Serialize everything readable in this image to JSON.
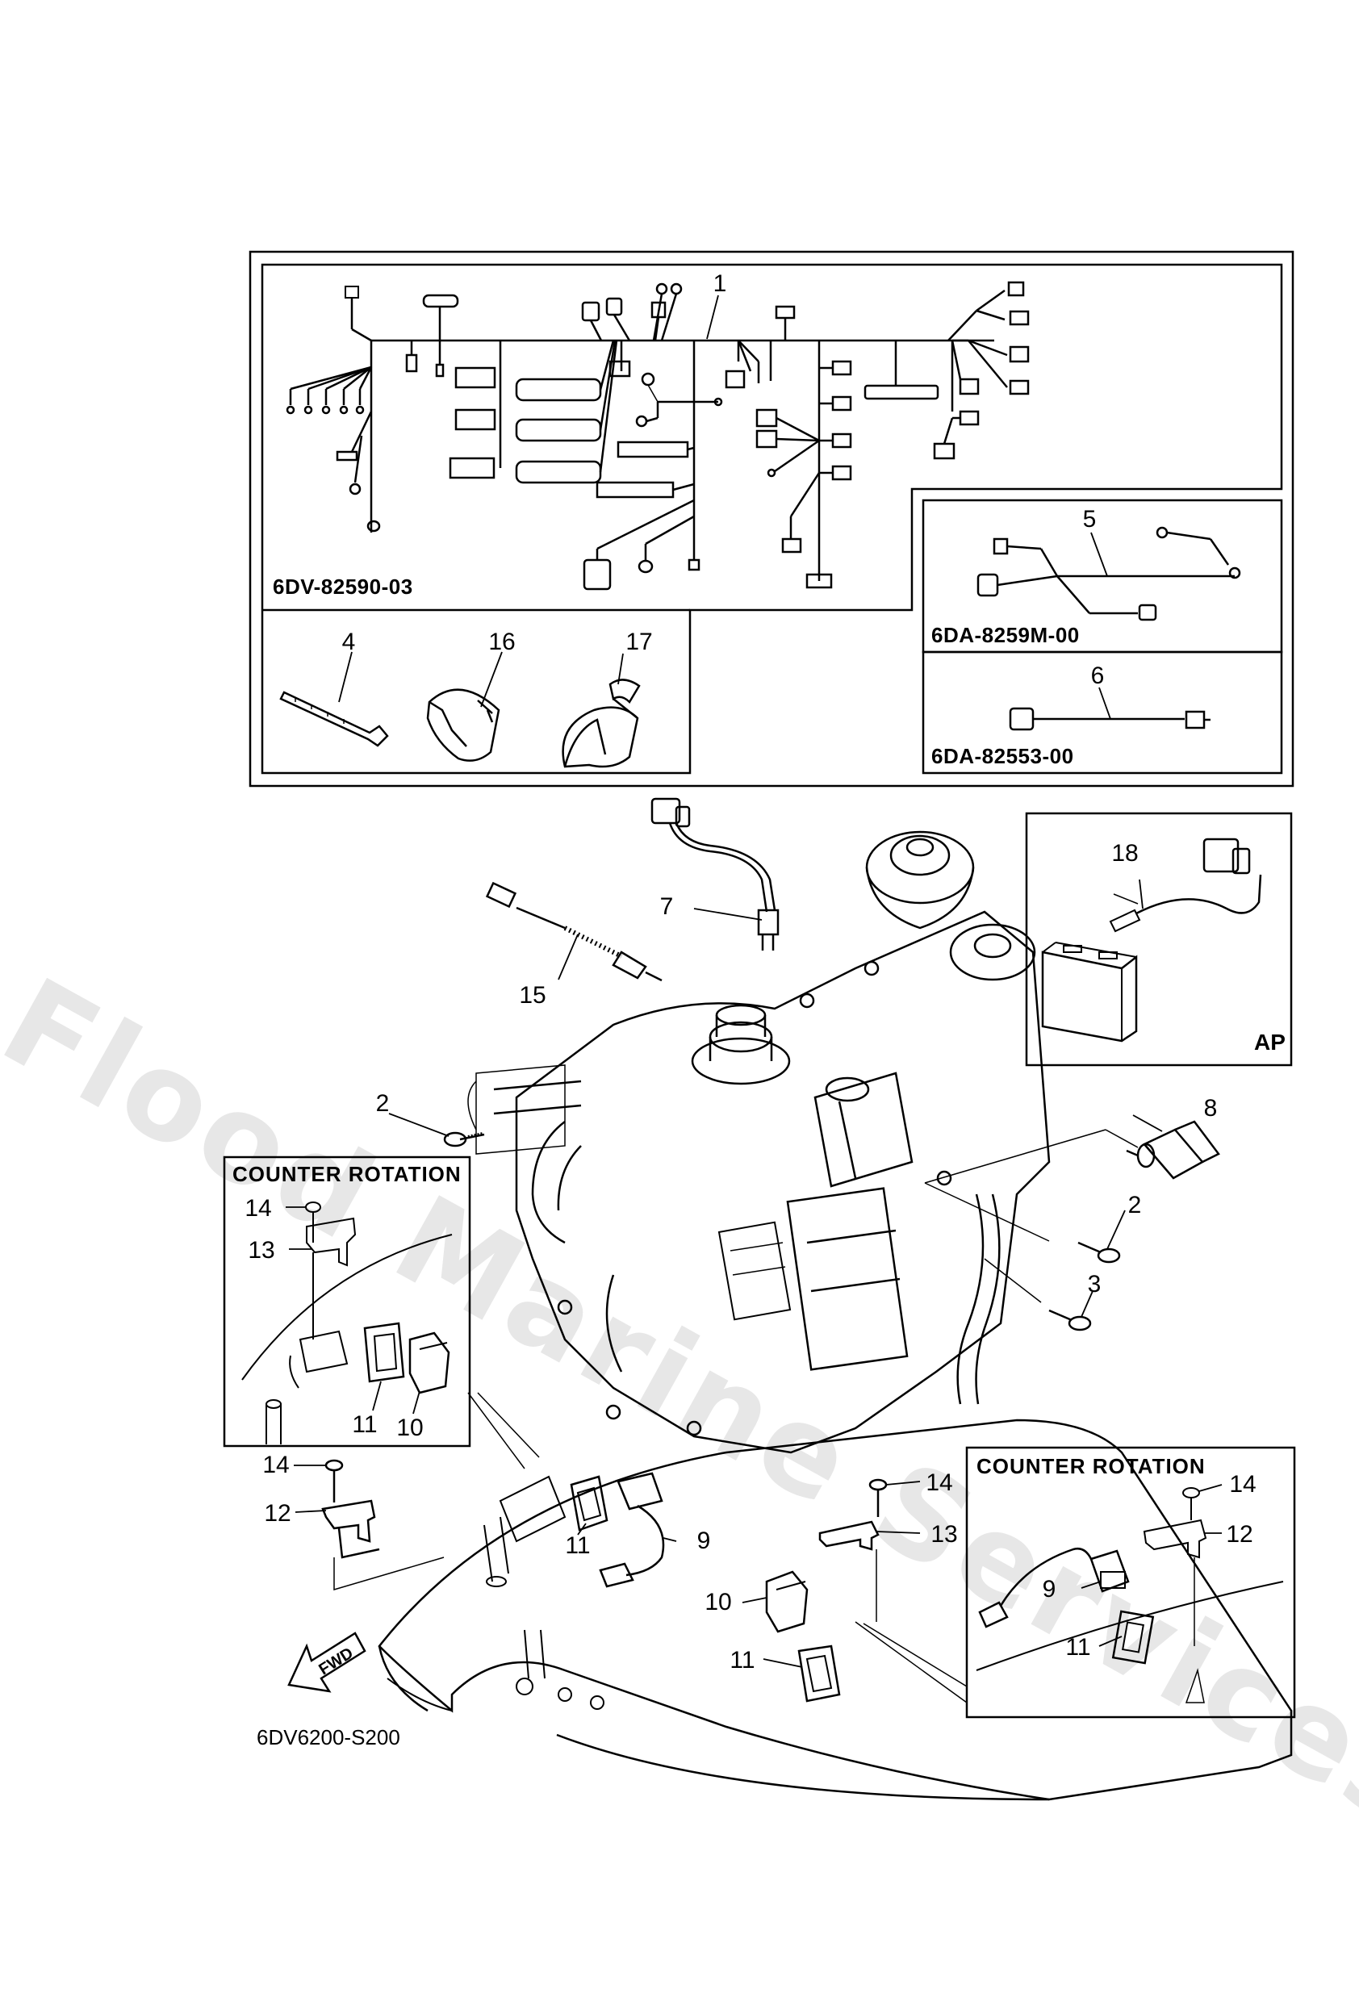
{
  "watermark": "Flood Marine Services",
  "boxes": {
    "harness_main_code": "6DV-82590-03",
    "harness_sub_a_code": "6DA-8259M-00",
    "harness_sub_b_code": "6DA-82553-00",
    "ap_label": "AP",
    "counter_rotation_left": "COUNTER ROTATION",
    "counter_rotation_right": "COUNTER  ROTATION"
  },
  "diagram_ref": "6DV6200-S200",
  "fwd_label": "FWD",
  "callouts": [
    {
      "id": "c1",
      "text": "1"
    },
    {
      "id": "c2a",
      "text": "2"
    },
    {
      "id": "c2b",
      "text": "2"
    },
    {
      "id": "c3",
      "text": "3"
    },
    {
      "id": "c4",
      "text": "4"
    },
    {
      "id": "c5",
      "text": "5"
    },
    {
      "id": "c6",
      "text": "6"
    },
    {
      "id": "c7",
      "text": "7"
    },
    {
      "id": "c8",
      "text": "8"
    },
    {
      "id": "c9a",
      "text": "9"
    },
    {
      "id": "c9b",
      "text": "9"
    },
    {
      "id": "c10a",
      "text": "10"
    },
    {
      "id": "c10b",
      "text": "10"
    },
    {
      "id": "c11a",
      "text": "11"
    },
    {
      "id": "c11b",
      "text": "11"
    },
    {
      "id": "c11c",
      "text": "11"
    },
    {
      "id": "c12a",
      "text": "12"
    },
    {
      "id": "c12b",
      "text": "12"
    },
    {
      "id": "c13a",
      "text": "13"
    },
    {
      "id": "c13b",
      "text": "13"
    },
    {
      "id": "c14a",
      "text": "14"
    },
    {
      "id": "c14b",
      "text": "14"
    },
    {
      "id": "c14c",
      "text": "14"
    },
    {
      "id": "c14d",
      "text": "14"
    },
    {
      "id": "c15",
      "text": "15"
    },
    {
      "id": "c16",
      "text": "16"
    },
    {
      "id": "c17",
      "text": "17"
    },
    {
      "id": "c18",
      "text": "18"
    }
  ]
}
